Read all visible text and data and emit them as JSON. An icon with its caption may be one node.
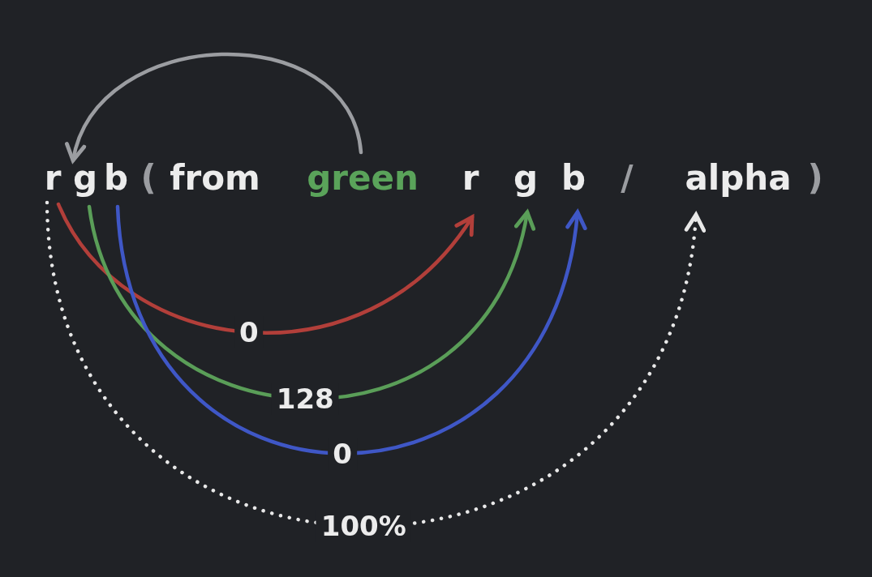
{
  "diagram": {
    "nodes": [
      {
        "text": [
          "r"
        ]
      },
      {
        "text": [
          "g"
        ]
      },
      {
        "text": [
          "b"
        ]
      },
      {
        "text": [
          "green"
        ]
      },
      {
        "text": [
          "r"
        ]
      },
      {
        "text": [
          "g"
        ]
      },
      {
        "text": [
          "b"
        ]
      },
      {
        "text": [
          "alpha"
        ]
      }
    ],
    "edges": [
      {
        "from": 3,
        "to": 0,
        "arrow": "to",
        "color": "#9b9da1"
      },
      {
        "from": 0,
        "to": 4,
        "arrow": "to",
        "label": "0",
        "color": "#b23f3a"
      },
      {
        "from": 1,
        "to": 5,
        "arrow": "to",
        "label": "128",
        "color": "#5a9e58"
      },
      {
        "from": 2,
        "to": 6,
        "arrow": "to",
        "label": "0",
        "color": "#3f57c6"
      },
      {
        "from": 0,
        "to": 7,
        "arrow": "to",
        "label": "100%",
        "style": "dashed",
        "color": "#e8e8e8"
      }
    ],
    "labels": [
      "(",
      "from",
      "/",
      ")"
    ]
  }
}
